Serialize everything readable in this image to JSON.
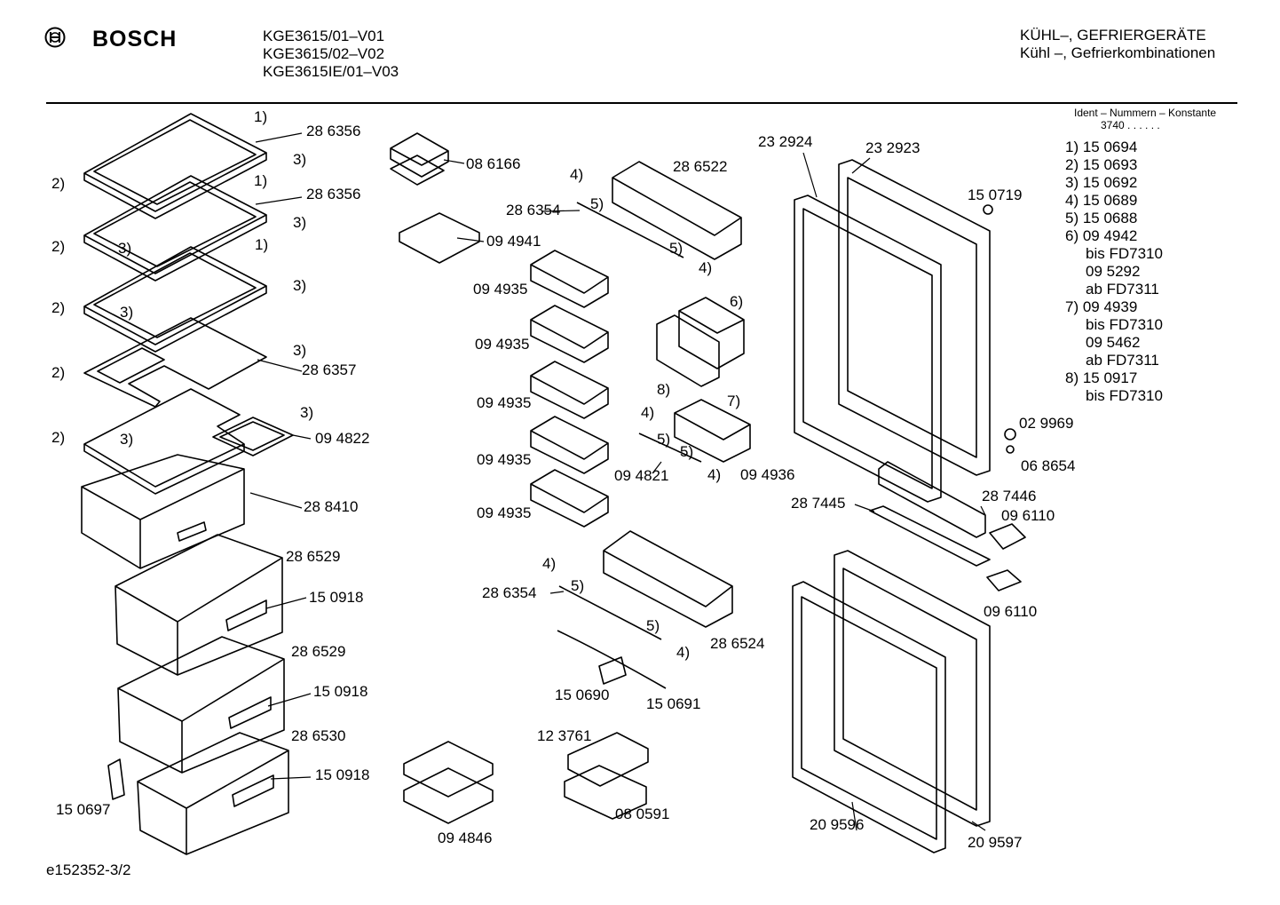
{
  "header": {
    "brand": "BOSCH",
    "models": [
      "KGE3615/01–V01",
      "KGE3615/02–V02",
      "KGE3615IE/01–V03"
    ],
    "title_line1": "KÜHL–, GEFRIERGERÄTE",
    "title_line2": "Kühl –, Gefrierkombinationen",
    "ident_label": "Ident – Nummern – Konstante",
    "ident_value": "3740  .  .   .  .  .  ."
  },
  "legend": [
    "1) 15 0694",
    "2) 15 0693",
    "3) 15 0692",
    "4) 15 0689",
    "5) 15 0688",
    "6) 09 4942",
    "bis FD7310",
    "09 5292",
    "ab FD7311",
    "7) 09 4939",
    "bis FD7310",
    "09 5462",
    "ab FD7311",
    "8) 15 0917",
    "bis FD7310"
  ],
  "footer": {
    "code": "e152352-3/2"
  },
  "labels": {
    "p286356a": "28 6356",
    "p286356b": "28 6356",
    "p286357": "28 6357",
    "p094822": "09 4822",
    "p288410": "28 8410",
    "p286529a": "28 6529",
    "p150918a": "15 0918",
    "p286529b": "28 6529",
    "p150918b": "15 0918",
    "p286530": "28 6530",
    "p150918c": "15 0918",
    "p150697": "15 0697",
    "p086166": "08 6166",
    "p094941": "09 4941",
    "p094935a": "09 4935",
    "p094935b": "09 4935",
    "p094935c": "09 4935",
    "p094935d": "09 4935",
    "p094935e": "09 4935",
    "p286522": "28 6522",
    "p286354a": "28 6354",
    "p094821": "09 4821",
    "p094936": "09 4936",
    "p286354b": "28 6354",
    "p286524": "28 6524",
    "p150690": "15 0690",
    "p150691": "15 0691",
    "p123761": "12 3761",
    "p080591": "08 0591",
    "p094846": "09 4846",
    "p232924": "23 2924",
    "p232923": "23 2923",
    "p150719": "15 0719",
    "p029969": "02 9969",
    "p068654": "06 8654",
    "p287445": "28 7445",
    "p287446": "28 7446",
    "p096110a": "09 6110",
    "p096110b": "09 6110",
    "p209596": "20 9596",
    "p209597": "20 9597",
    "n1": "1)",
    "n2": "2)",
    "n3": "3)",
    "n4": "4)",
    "n5": "5)",
    "n6": "6)",
    "n7": "7)",
    "n8": "8)"
  }
}
